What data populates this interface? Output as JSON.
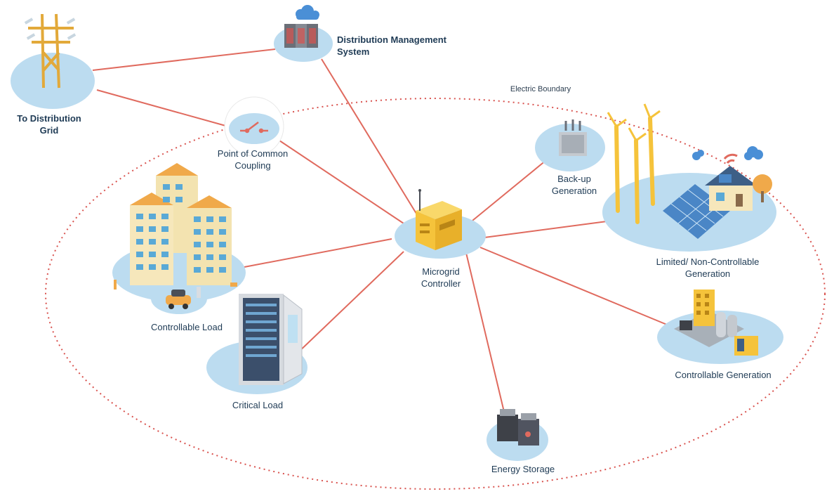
{
  "labels": {
    "to_distribution_grid": [
      "To Distribution",
      "Grid"
    ],
    "distribution_management_system": [
      "Distribution Management",
      "System"
    ],
    "electric_boundary": "Electric Boundary",
    "point_of_common_coupling": [
      "Point of Common",
      "Coupling"
    ],
    "backup_generation": [
      "Back-up",
      "Generation"
    ],
    "limited_generation": [
      "Limited/ Non-Controllable",
      "Generation"
    ],
    "microgrid_controller": [
      "Microgrid",
      "Controller"
    ],
    "controllable_load": "Controllable Load",
    "critical_load": "Critical Load",
    "controllable_generation": "Controllable Generation",
    "energy_storage": "Energy Storage"
  },
  "colors": {
    "connection_line": "#e06a5e",
    "boundary": "#d9534f",
    "node_disc": "#bcdcf0",
    "accent_yellow": "#f5c33b",
    "text": "#1f3b55"
  }
}
